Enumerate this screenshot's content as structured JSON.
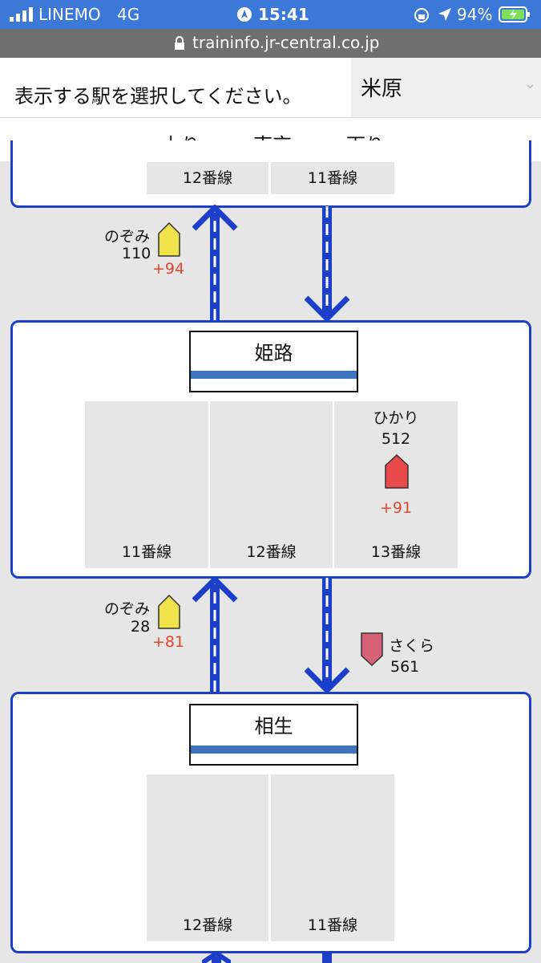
{
  "status_bar": {
    "carrier": "LINEMO",
    "network": "4G",
    "time": "15:41",
    "battery": "94%"
  },
  "url_bar": {
    "url": "traininfo.jr-central.co.jp"
  },
  "header": {
    "prompt": "表示する駅を選択してください。",
    "station_select": {
      "value": "米原"
    }
  },
  "direction_bar": {
    "up": "上り",
    "center": "東京",
    "down": "下り"
  },
  "top_station": {
    "tracks": [
      "12番線",
      "11番線"
    ]
  },
  "segment1": {
    "up_train": {
      "name": "のぞみ",
      "number": "110",
      "delay": "+94",
      "color": "#f0e24a"
    }
  },
  "himeji": {
    "name": "姫路",
    "tracks": [
      {
        "label": "11番線"
      },
      {
        "label": "12番線"
      },
      {
        "label": "13番線",
        "train": {
          "name": "ひかり",
          "number": "512",
          "delay": "+91",
          "color": "#e84a4a"
        }
      }
    ]
  },
  "segment2": {
    "up_train": {
      "name": "のぞみ",
      "number": "28",
      "delay": "+81",
      "color": "#f0e24a"
    },
    "down_train": {
      "name": "さくら",
      "number": "561",
      "color": "#d66078"
    }
  },
  "aioi": {
    "name": "相生",
    "tracks": [
      "12番線",
      "11番線"
    ]
  },
  "colors": {
    "line": "#1c3fc9",
    "stripe": "#3c74be",
    "delay": "#e4472b"
  }
}
